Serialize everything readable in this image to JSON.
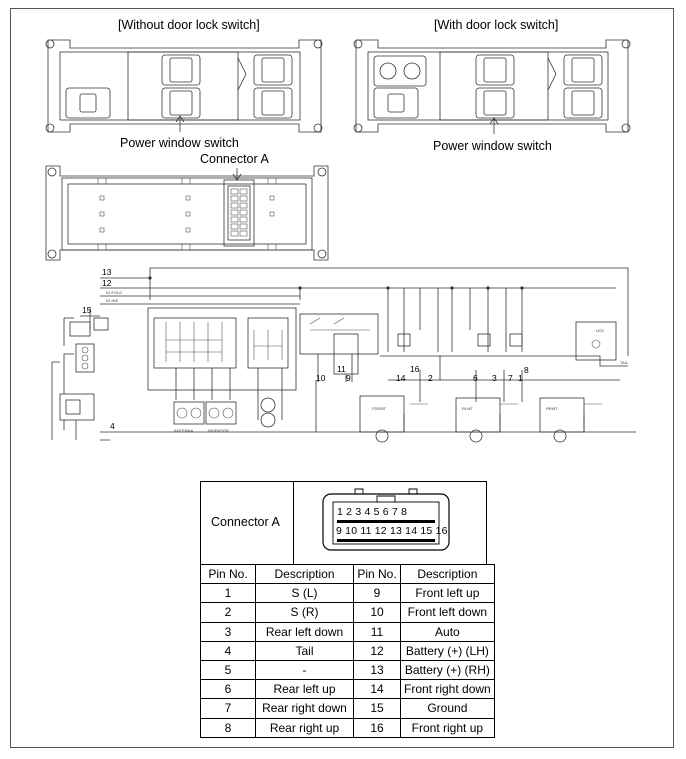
{
  "captions": {
    "without_switch": "[Without door lock switch]",
    "with_switch": "[With door lock switch]",
    "pws_left": "Power window switch",
    "pws_right": "Power window switch",
    "connector_a": "Connector A"
  },
  "circuit": {
    "wire_numbers": [
      "13",
      "12",
      "15",
      "11",
      "10",
      "9",
      "14",
      "16",
      "2",
      "6",
      "3",
      "7",
      "1",
      "8",
      "4"
    ]
  },
  "connector_box": {
    "label": "Connector A",
    "top_row": "1  2  3  4  5  6  7  8",
    "bottom_row": "9 10 11 12 13 14 15 16"
  },
  "pin_table": {
    "headers": [
      "Pin No.",
      "Description",
      "Pin No.",
      "Description"
    ],
    "rows": [
      [
        "1",
        "S (L)",
        "9",
        "Front left up"
      ],
      [
        "2",
        "S (R)",
        "10",
        "Front left down"
      ],
      [
        "3",
        "Rear left down",
        "11",
        "Auto"
      ],
      [
        "4",
        "Tail",
        "12",
        "Battery (+) (LH)"
      ],
      [
        "5",
        "-",
        "13",
        "Battery (+) (RH)"
      ],
      [
        "6",
        "Rear left up",
        "14",
        "Front right down"
      ],
      [
        "7",
        "Rear right down",
        "15",
        "Ground"
      ],
      [
        "8",
        "Rear right up",
        "16",
        "Front right up"
      ]
    ]
  }
}
